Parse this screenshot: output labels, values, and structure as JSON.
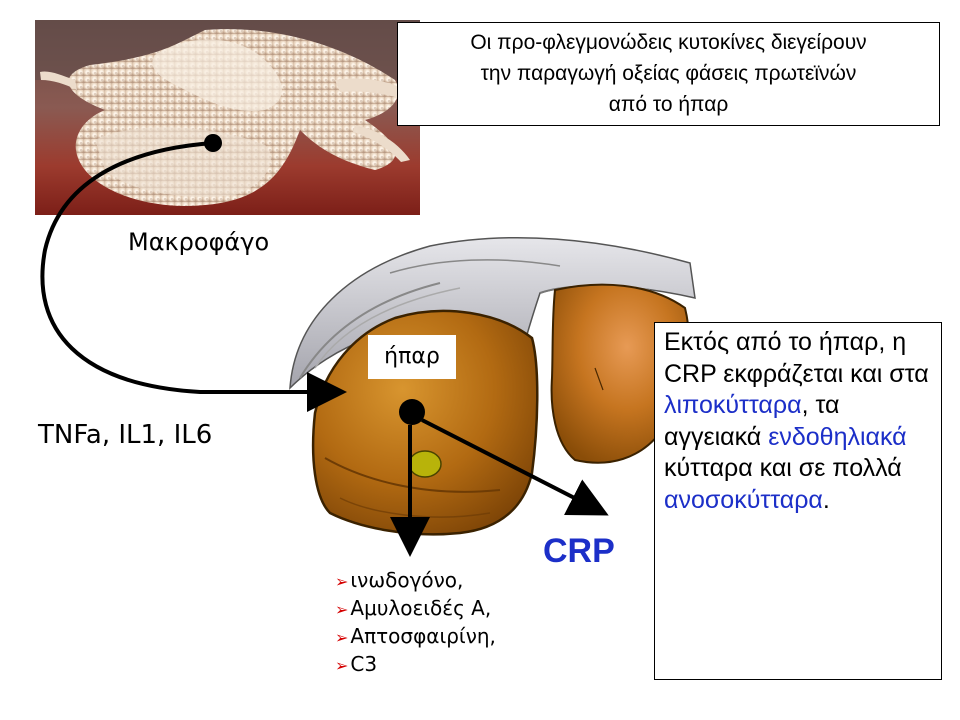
{
  "top_caption": {
    "line1": "Οι προ-φλεγμονώδεις κυτοκίνες διεγείρουν",
    "line2": "την παραγωγή οξείας φάσεις πρωτεϊνών",
    "line3": "από το ήπαρ"
  },
  "labels": {
    "macrophage": "Μακροφάγο",
    "cytokines": "TNFa, IL1, IL6",
    "liver": "ήπαρ",
    "crp": "CRP"
  },
  "proteins": [
    "ινωδογόνο,",
    "Αμυλοειδές Α,",
    "Απτοσφαιρίνη,",
    "C3"
  ],
  "right_caption": {
    "part1": "Εκτός από το ήπαρ, η CRP εκφράζεται και στα ",
    "highlight1": "λιποκύτταρα",
    "part2": ", τα αγγειακά ",
    "highlight2": "ενδοθηλιακά",
    "part3": " κύτταρα και σε πολλά ",
    "highlight3": "ανοσοκύτταρα",
    "part4": "."
  },
  "colors": {
    "highlight": "#1c2fc8",
    "bullet": "#d40000",
    "liver": "#b26a12",
    "liver_dark": "#8a4d08",
    "membrane": "#c9c9cf"
  },
  "icons": {
    "bullet": "➢"
  }
}
